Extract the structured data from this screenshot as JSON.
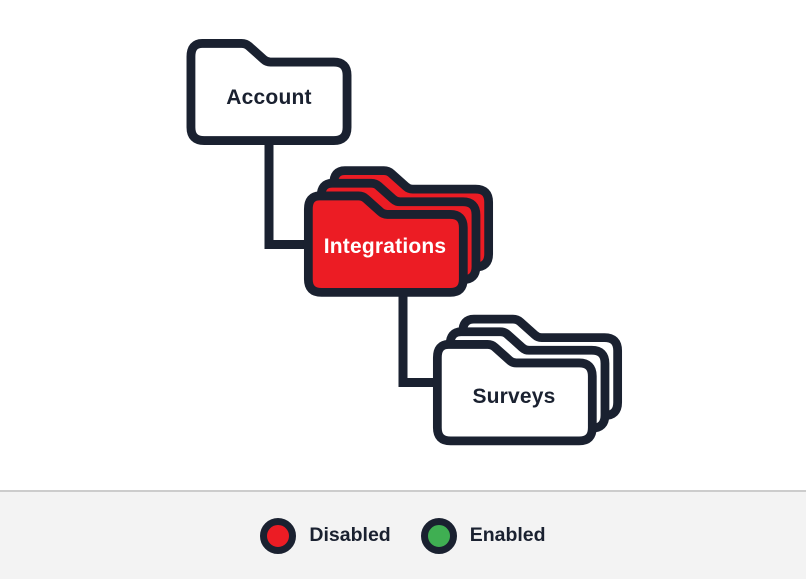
{
  "colors": {
    "outline": "#1a2130",
    "disabled": "#ec1c24",
    "enabled": "#3faf52",
    "folder_default": "#ffffff",
    "legend_background": "#f3f3f3",
    "divider": "#cccccc"
  },
  "diagram": {
    "nodes": [
      {
        "id": "account",
        "label": "Account",
        "status": "default",
        "stacked": false
      },
      {
        "id": "integrations",
        "label": "Integrations",
        "status": "disabled",
        "stacked": true
      },
      {
        "id": "surveys",
        "label": "Surveys",
        "status": "default",
        "stacked": true
      }
    ],
    "connections": [
      {
        "from": "account",
        "to": "integrations"
      },
      {
        "from": "integrations",
        "to": "surveys"
      }
    ]
  },
  "legend": {
    "items": [
      {
        "label": "Disabled",
        "color": "#ec1c24"
      },
      {
        "label": "Enabled",
        "color": "#3faf52"
      }
    ]
  }
}
